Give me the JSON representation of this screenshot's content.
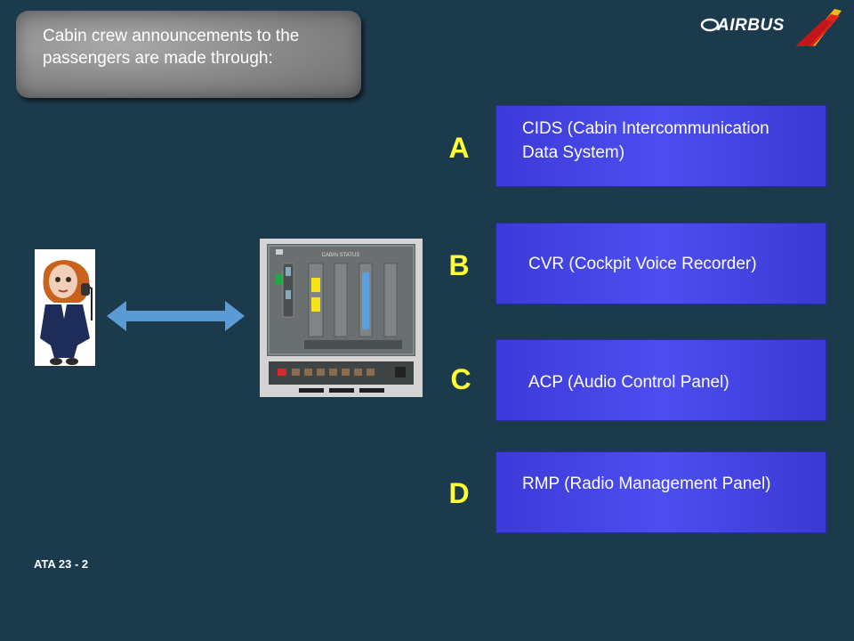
{
  "question": "Cabin crew announcements to the passengers are made through:",
  "logo": {
    "text": "AIRBUS",
    "icon": "airbus-logo-icon"
  },
  "options": [
    {
      "letter": "A",
      "text_line1": "CIDS  (Cabin Intercommunication",
      "text_line2": "Data System)"
    },
    {
      "letter": "B",
      "text": "CVR (Cockpit Voice Recorder)"
    },
    {
      "letter": "C",
      "text": "ACP (Audio Control Panel)"
    },
    {
      "letter": "D",
      "text": "RMP (Radio Management Panel)"
    }
  ],
  "illustration": {
    "panel_title": "CABIN STATUS"
  },
  "footer": "ATA 23 - 2",
  "colors": {
    "background": "#1b3a4c",
    "option_fill": "#4244e0",
    "letter": "#ffff33",
    "arrow": "#5b9bd5"
  }
}
